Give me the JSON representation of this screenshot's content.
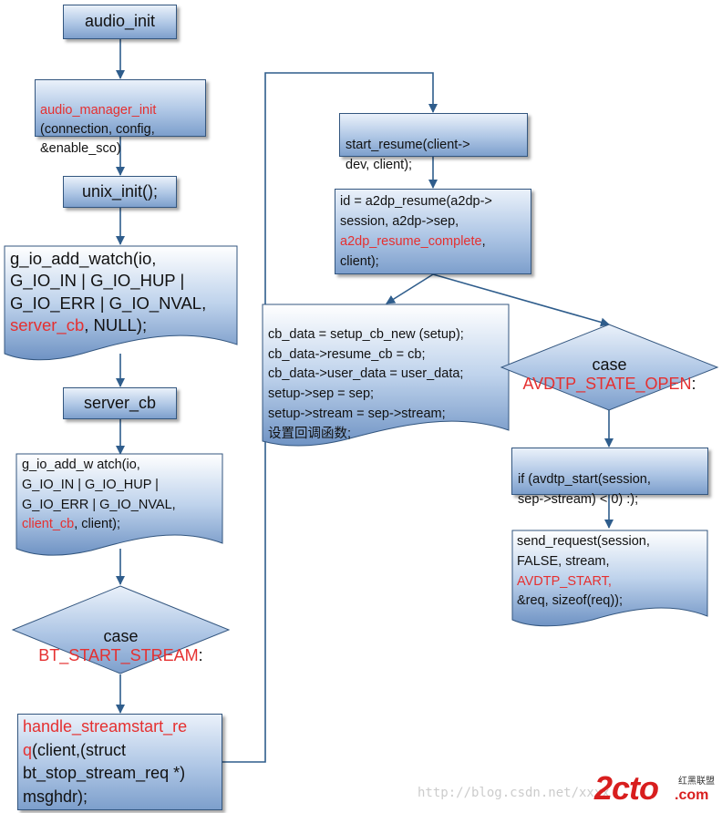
{
  "nodes": {
    "audio_init": "audio_init",
    "audio_manager_init": {
      "fn": "audio_manager_init",
      "args": "(connection, config,\n&enable_sco)"
    },
    "unix_init": "unix_init();",
    "g_io_add_watch_server": {
      "pre": "g_io_add_watch(io,\nG_IO_IN | G_IO_HUP |\nG_IO_ERR | G_IO_NVAL,\n",
      "cb": "server_cb",
      "post": ", NULL);"
    },
    "server_cb": "server_cb",
    "g_io_add_watch_client": {
      "pre": "g_io_add_w atch(io,\nG_IO_IN | G_IO_HUP |\nG_IO_ERR | G_IO_NVAL,\n",
      "cb": "client_cb",
      "post": ", client);"
    },
    "case_bt_start_stream": {
      "case": "case",
      "value": "BT_START_STREAM",
      "colon": ":"
    },
    "handle_streamstart_req": {
      "fn": "handle_streamstart_re\nq",
      "args": "(client,(struct\nbt_stop_stream_req *)\nmsghdr);"
    },
    "start_resume": "start_resume(client->\ndev, client);",
    "a2dp_resume": {
      "pre": "id = a2dp_resume(a2dp->\nsession, a2dp->sep,\n",
      "cb": "a2dp_resume_complete",
      "post": ",\n              client);"
    },
    "setup_cb_new": "cb_data = setup_cb_new (setup);\ncb_data->resume_cb = cb;\ncb_data->user_data = user_data;\nsetup->sep = sep;\nsetup->stream = sep->stream;\n设置回调函数;",
    "case_avdtp_state_open": {
      "case": "case",
      "value": "AVDTP_STATE_OPEN",
      "colon": ":"
    },
    "avdtp_start": "if (avdtp_start(session,\nsep->stream) < 0) :);",
    "send_request": {
      "pre": "send_request(session,\nFALSE, stream,\n",
      "value": "AVDTP_START,",
      "post": "\n&req, sizeof(req));"
    }
  },
  "watermark": {
    "url": "http://blog.csdn.net/xxxx",
    "logo_text": "2cto",
    "logo_suffix": ".com",
    "logo_chinese": "红黑联盟"
  },
  "colors": {
    "highlight": "#e53030",
    "box_border": "#33567f",
    "connector": "#2f5d8c",
    "logo_red": "#d81e1e"
  }
}
